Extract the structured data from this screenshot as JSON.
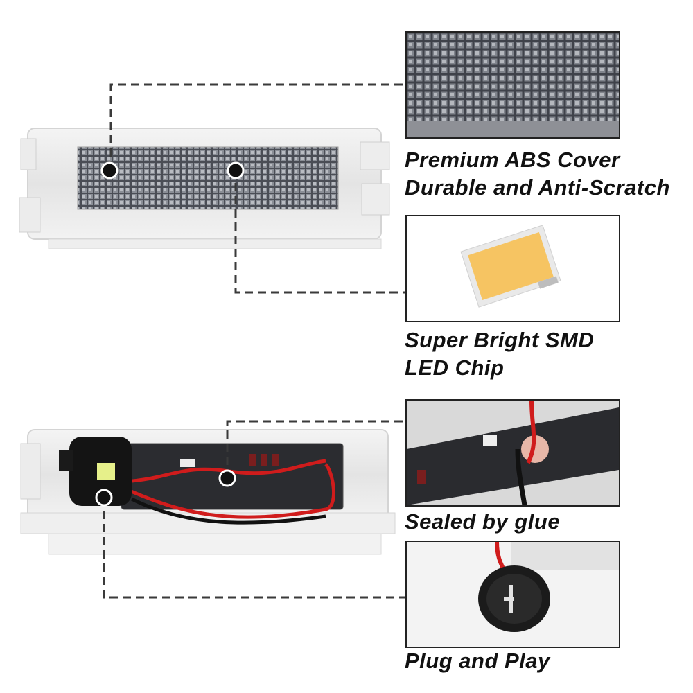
{
  "features": [
    {
      "caption_lines": [
        "Premium ABS Cover",
        "Durable and Anti-Scratch"
      ]
    },
    {
      "caption_lines": [
        "Super Bright SMD",
        "LED Chip"
      ]
    },
    {
      "caption_lines": [
        "Sealed by glue"
      ]
    },
    {
      "caption_lines": [
        "Plug and Play"
      ]
    }
  ],
  "colors": {
    "callout_line": "#3a3a3a",
    "smd_chip": "#f6c462",
    "wire_red": "#d01c1c",
    "panel_border": "#222222"
  }
}
